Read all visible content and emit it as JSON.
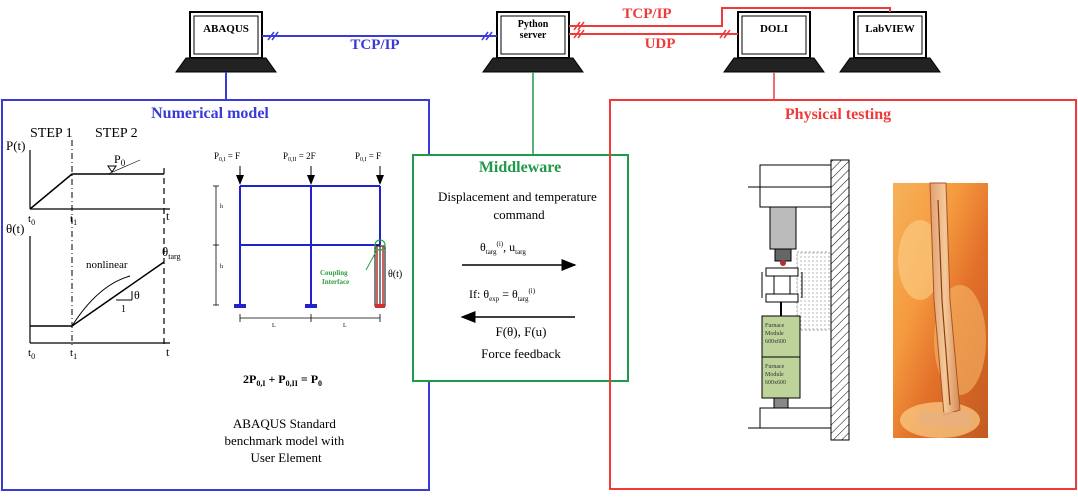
{
  "computers": {
    "abaqus": "ABAQUS",
    "python_server": "Python server",
    "doli": "DOLI",
    "labview": "LabVIEW"
  },
  "links": {
    "abaqus_python": "TCP/IP",
    "python_doli": "TCP/IP",
    "python_labview": "UDP"
  },
  "numerical_model": {
    "title": "Numerical model",
    "steps": {
      "step1": "STEP 1",
      "step2": "STEP 2"
    },
    "load_graph": {
      "y_label": "P(t)",
      "load": "P",
      "load_sub": "0",
      "t0": "t",
      "t0_sub": "0",
      "t1": "t",
      "t1_sub": "1",
      "t": "t"
    },
    "temp_graph": {
      "y_label": "θ(t)",
      "curve": "nonlinear",
      "target": "θ",
      "target_sub": "targ",
      "slope": "θ",
      "slope_unit": "1",
      "t0": "t",
      "t0_sub": "0",
      "t1": "t",
      "t1_sub": "1",
      "t": "t"
    },
    "frame": {
      "load_left": "P",
      "load_left_sub": "0,I",
      "load_left_eq": " = F",
      "load_mid": "P",
      "load_mid_sub": "0,II",
      "load_mid_eq": " = 2F",
      "load_right": "P",
      "load_right_sub": "0,I",
      "load_right_eq": " = F",
      "coupling": "Coupling Interface",
      "theta": "θ(t)",
      "height": "h",
      "span": "L"
    },
    "equation": {
      "a": "2P",
      "a_sub": "0,I",
      "b": " + P",
      "b_sub": "0,II",
      "c": " = P",
      "c_sub": "0"
    },
    "caption": [
      "ABAQUS Standard",
      "benchmark model with",
      "User Element"
    ]
  },
  "middleware": {
    "title": "Middleware",
    "command_line1": "Displacement and temperature",
    "command_line2": "command",
    "targ_arrow": {
      "theta": "θ",
      "theta_sub": "targ",
      "theta_sup": "(i)",
      "sep": ", u",
      "u_sub": "targ"
    },
    "condition": {
      "prefix": "If: θ",
      "exp_sub": "exp",
      "mid": " = θ",
      "targ_sub": "targ",
      "sup": "(i)"
    },
    "force_arrow": "F(θ), F(u)",
    "feedback": "Force feedback"
  },
  "physical_testing": {
    "title": "Physical testing",
    "furnace_upper": [
      "Furnace",
      "Module",
      "600x600"
    ],
    "furnace_lower": [
      "Furnace",
      "Module",
      "600x600"
    ]
  },
  "colors": {
    "numerical": "#3a3ad8",
    "middleware": "#1f9a4a",
    "physical": "#f03a3a",
    "frame": "#2222cc",
    "coupling": "#2e9e3e"
  }
}
